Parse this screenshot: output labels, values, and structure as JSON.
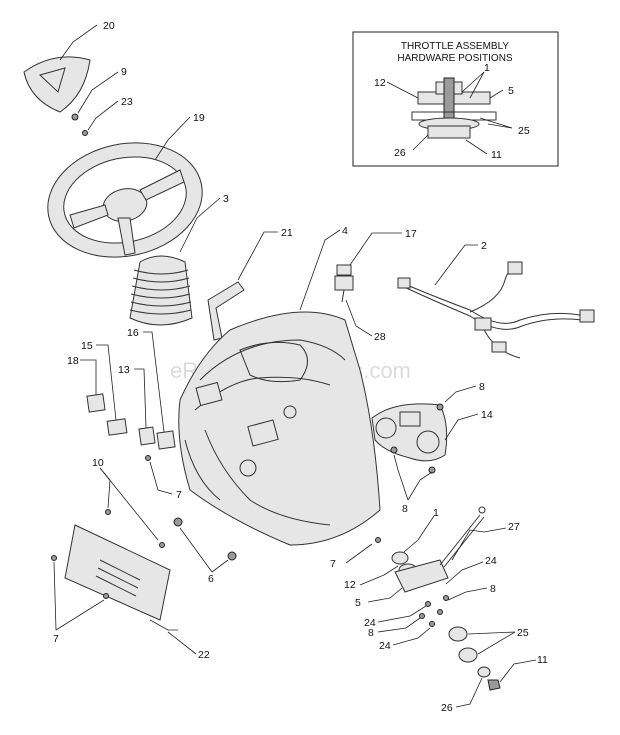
{
  "watermark": "eReplacementParts.com",
  "inset": {
    "title_line1": "THROTTLE ASSEMBLY",
    "title_line2": "HARDWARE POSITIONS"
  },
  "labels": {
    "l20": "20",
    "l9": "9",
    "l23": "23",
    "l19": "19",
    "l3": "3",
    "l21": "21",
    "l4": "4",
    "l17": "17",
    "l2": "2",
    "l28": "28",
    "l8a": "8",
    "l14": "14",
    "l15": "15",
    "l18": "18",
    "l13": "13",
    "l16": "16",
    "l7a": "7",
    "l8b": "8",
    "l10": "10",
    "l6": "6",
    "l7b": "7",
    "l22": "22",
    "l7c": "7",
    "l1": "1",
    "l27": "27",
    "l12": "12",
    "l24a": "24",
    "l5": "5",
    "l8c": "8",
    "l24b": "24",
    "l8d": "8",
    "l24c": "24",
    "l25": "25",
    "l11": "11",
    "l26": "26",
    "i12": "12",
    "i1": "1",
    "i5": "5",
    "i25": "25",
    "i26": "26",
    "i11": "11"
  }
}
